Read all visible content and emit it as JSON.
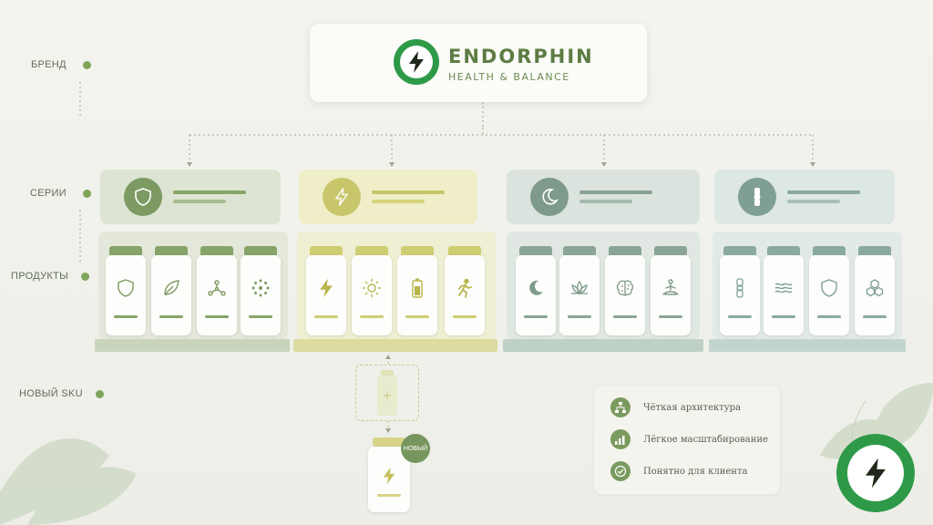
{
  "levels": {
    "brand": "БРЕНД",
    "series": "СЕРИИ",
    "products": "ПРОДУКТЫ",
    "new_sku": "НОВЫЙ SKU"
  },
  "brand": {
    "name": "ENDORPHIN",
    "tagline": "HEALTH & BALANCE",
    "logo_icon": "lightning-icon"
  },
  "colors": {
    "green_series": "#a9bc93",
    "yellow_series": "#d6d47e",
    "teal_series": "#98b1a6",
    "blue_series": "#a9bfb9",
    "brand_green": "#2e9a48"
  },
  "series": [
    {
      "icon": "shield-icon",
      "products": [
        "shield-icon",
        "leaf-icon",
        "molecule-icon",
        "dots-circle-icon"
      ]
    },
    {
      "icon": "lightning-icon",
      "products": [
        "lightning-icon",
        "sun-icon",
        "battery-icon",
        "running-icon"
      ]
    },
    {
      "icon": "moon-icon",
      "products": [
        "moon-icon",
        "lotus-icon",
        "brain-icon",
        "meditation-icon"
      ]
    },
    {
      "icon": "joint-icon",
      "products": [
        "joint-icon",
        "waves-icon",
        "shield-icon",
        "hexagons-icon"
      ]
    }
  ],
  "new_sku": {
    "badge": "НОВЫЙ",
    "icon": "lightning-icon"
  },
  "benefits": [
    {
      "icon": "hierarchy-icon",
      "label": "Чёткая архитектура"
    },
    {
      "icon": "growth-chart-icon",
      "label": "Лёгкое масштабирование"
    },
    {
      "icon": "check-circle-icon",
      "label": "Понятно для клиента"
    }
  ]
}
